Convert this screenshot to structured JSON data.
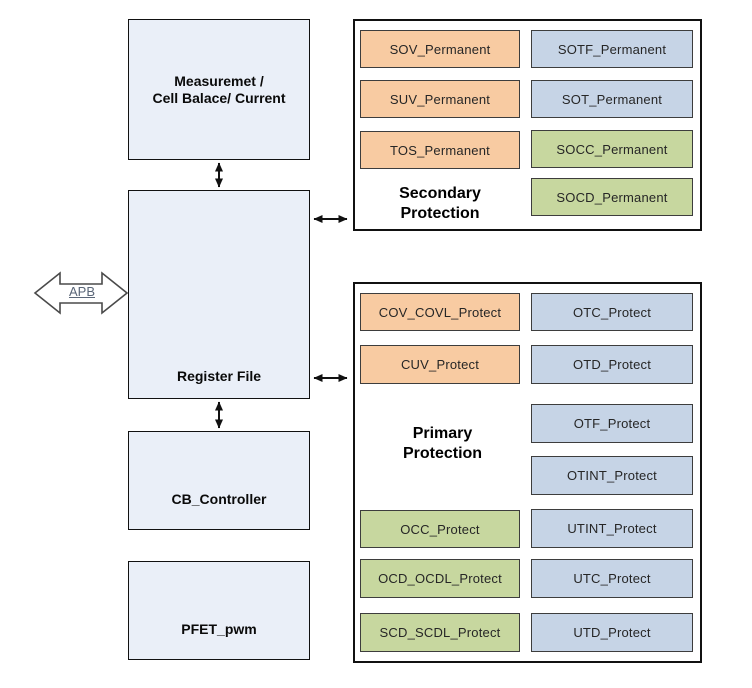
{
  "apb": {
    "label": "APB"
  },
  "left_column": {
    "measurement": {
      "line1": "Measuremet /",
      "line2": "Cell Balace/ Current"
    },
    "register_file": {
      "label": "Register File"
    },
    "cb_controller": {
      "label": "CB_Controller"
    },
    "pfet_pwm": {
      "label": "PFET_pwm"
    }
  },
  "secondary": {
    "title_line1": "Secondary",
    "title_line2": "Protection",
    "blocks": [
      {
        "label": "SOV_Permanent",
        "color": "orange"
      },
      {
        "label": "SUV_Permanent",
        "color": "orange"
      },
      {
        "label": "TOS_Permanent",
        "color": "orange"
      },
      {
        "label": "SOTF_Permanent",
        "color": "blue"
      },
      {
        "label": "SOT_Permanent",
        "color": "blue"
      },
      {
        "label": "SOCC_Permanent",
        "color": "green"
      },
      {
        "label": "SOCD_Permanent",
        "color": "green"
      }
    ]
  },
  "primary": {
    "title_line1": "Primary",
    "title_line2": "Protection",
    "blocks": [
      {
        "label": "COV_COVL_Protect",
        "color": "orange"
      },
      {
        "label": "CUV_Protect",
        "color": "orange"
      },
      {
        "label": "OCC_Protect",
        "color": "green"
      },
      {
        "label": "OCD_OCDL_Protect",
        "color": "green"
      },
      {
        "label": "SCD_SCDL_Protect",
        "color": "green"
      },
      {
        "label": "OTC_Protect",
        "color": "blue"
      },
      {
        "label": "OTD_Protect",
        "color": "blue"
      },
      {
        "label": "OTF_Protect",
        "color": "blue"
      },
      {
        "label": "OTINT_Protect",
        "color": "blue"
      },
      {
        "label": "UTINT_Protect",
        "color": "blue"
      },
      {
        "label": "UTC_Protect",
        "color": "blue"
      },
      {
        "label": "UTD_Protect",
        "color": "blue"
      }
    ]
  },
  "colors": {
    "orange": "#F8CBA2",
    "blue": "#C6D4E6",
    "green": "#C7D79F",
    "panel": "#EAEFF8",
    "blk-border": "#3d3d3d",
    "apb-text": "#5a6678"
  }
}
